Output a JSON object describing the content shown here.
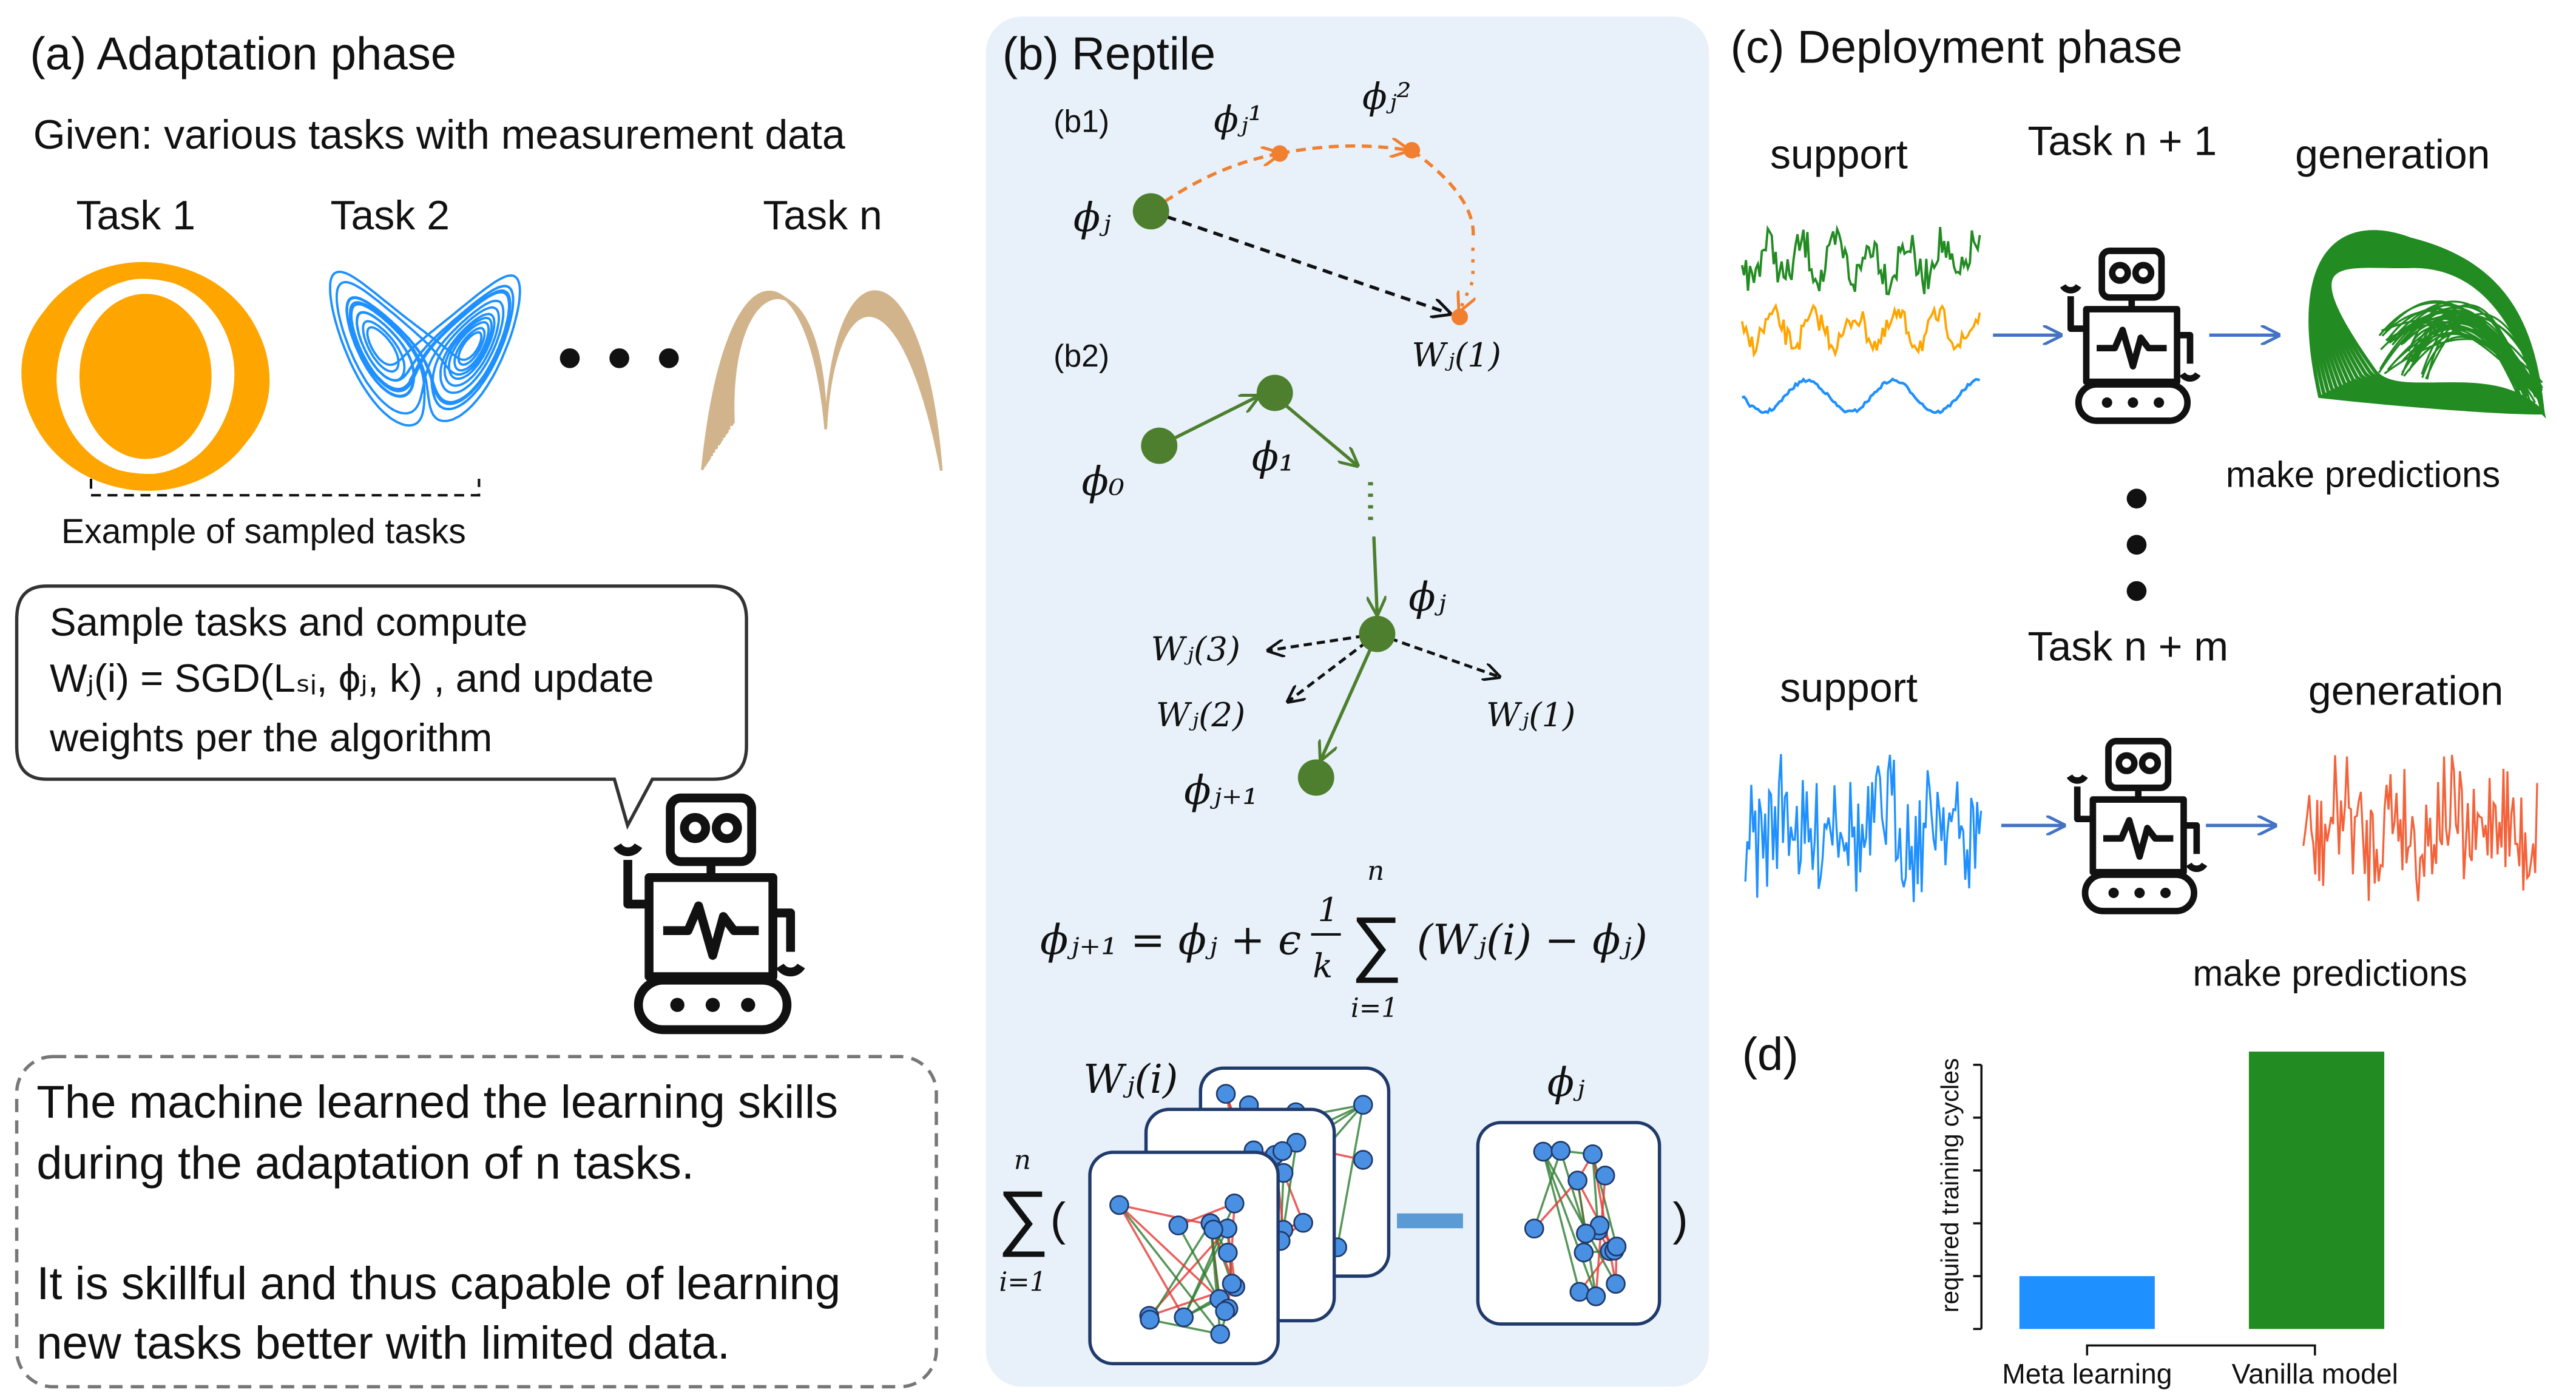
{
  "panel_a": {
    "title": "(a) Adaptation phase",
    "given": "Given: various tasks with measurement data",
    "tasks": [
      "Task 1",
      "Task 2",
      "Task n"
    ],
    "task_colors": [
      "#FFA500",
      "#1E90FF",
      "#D2B48C"
    ],
    "sampled_label": "Example of sampled tasks",
    "bubble_lines": [
      "Sample tasks and compute",
      "Wⱼ(i) = SGD(Lₛᵢ, ϕⱼ, k) , and update",
      "weights per the algorithm"
    ],
    "summary_lines": [
      "The machine learned the learning skills",
      "during the adaptation of n tasks.",
      "It is skillful and thus capable of learning",
      "new tasks better with limited data."
    ]
  },
  "panel_b": {
    "title": "(b) Reptile",
    "b1": {
      "label": "(b1)",
      "phi_j": "ϕⱼ",
      "phi_j1": "ϕⱼ¹",
      "phi_j2": "ϕⱼ²",
      "w1": "Wⱼ(1)"
    },
    "b2": {
      "label": "(b2)",
      "phi_0": "ϕ₀",
      "phi_1": "ϕ₁",
      "phi_j": "ϕⱼ",
      "w3": "Wⱼ(3)",
      "w2": "Wⱼ(2)",
      "w1": "Wⱼ(1)",
      "phi_next": "ϕⱼ₊₁"
    },
    "equation": {
      "lhs": "ϕⱼ₊₁ = ϕⱼ + ϵ",
      "num": "1",
      "den": "k",
      "sigma": "∑",
      "upper": "n",
      "lower": "i=1",
      "rhs": "(Wⱼ(i) − ϕⱼ)"
    },
    "network": {
      "sum_sigma": "∑",
      "sum_upper": "n",
      "sum_lower": "i=1",
      "open": "(",
      "close": ")",
      "w_label": "Wⱼ(i)",
      "phi_label": "ϕⱼ"
    },
    "colors": {
      "orange": "#F08030",
      "green": "#4E7F2E",
      "panel_bg": "#E8F1FA"
    }
  },
  "panel_c": {
    "title": "(c) Deployment phase",
    "row1": {
      "support": "support",
      "task": "Task n + 1",
      "generation": "generation",
      "caption": "make predictions"
    },
    "row2": {
      "support": "support",
      "task": "Task n + m",
      "generation": "generation",
      "caption": "make predictions"
    }
  },
  "panel_d": {
    "label": "(d)",
    "chart_data": {
      "type": "bar",
      "categories": [
        "Meta learning",
        "Vanilla model"
      ],
      "values": [
        1,
        5.25
      ],
      "ylabel": "required training cycles",
      "ylim": [
        0,
        5
      ],
      "tick_count": 6,
      "tick_labels_shown": false,
      "colors": [
        "#1E90FF",
        "#228B22"
      ]
    }
  }
}
